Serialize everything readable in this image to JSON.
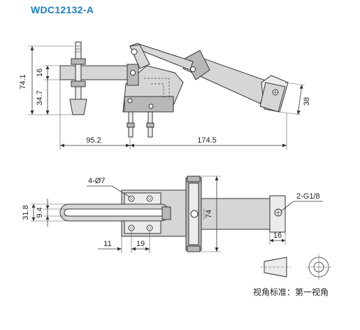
{
  "title": "WDC12132-A",
  "side_view": {
    "dims": {
      "total_height": "74.1",
      "bar_height": "16",
      "lower_height": "34.7",
      "left_length": "95.2",
      "right_length": "174.5",
      "cylinder_dia": "38"
    }
  },
  "top_view": {
    "dims": {
      "holes": "4-Ø7",
      "port": "2-G1/8",
      "width_outer": "31.8",
      "width_inner": "9.4",
      "height": "74",
      "offset": "11",
      "hole_spacing": "19",
      "port_offset": "16"
    }
  },
  "projection": {
    "label": "视角标准：第一视角"
  },
  "colors": {
    "title": "#1a7fc1",
    "part_fill": "#d6d6d6",
    "line": "#333333"
  }
}
